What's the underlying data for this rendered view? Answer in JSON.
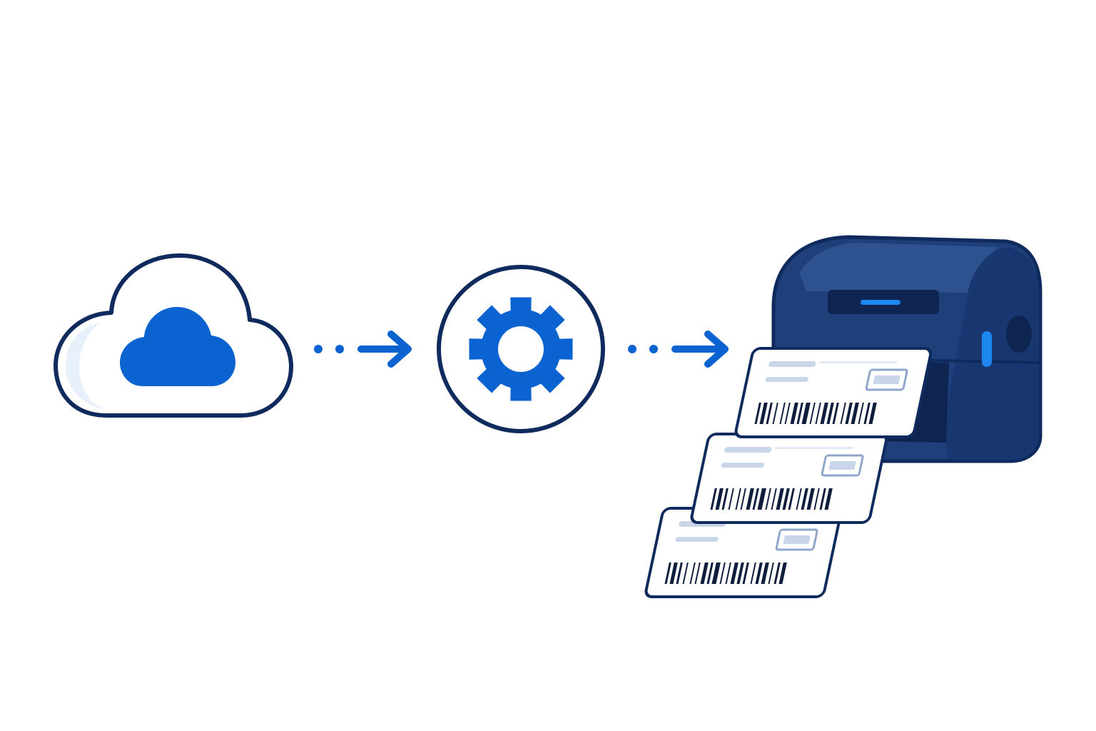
{
  "colors": {
    "background": "#ffffff",
    "outline": "#0f2a5c",
    "accent": "#0b63d1",
    "printer_body": "#1f3f7a",
    "printer_dark": "#123066",
    "printer_slot": "#0d2550",
    "printer_led": "#1e88f0",
    "label_fill": "#ffffff",
    "label_line": "#c9d6ea",
    "barcode": "#0f1e3d"
  },
  "nodes": [
    {
      "id": "cloud",
      "icon": "cloud-icon"
    },
    {
      "id": "processing",
      "icon": "gear-icon"
    },
    {
      "id": "printer",
      "icon": "label-printer-icon"
    }
  ],
  "edges": [
    {
      "from": "cloud",
      "to": "processing",
      "style": "dotted-arrow"
    },
    {
      "from": "processing",
      "to": "printer",
      "style": "dotted-arrow"
    }
  ],
  "labels_count": 3
}
